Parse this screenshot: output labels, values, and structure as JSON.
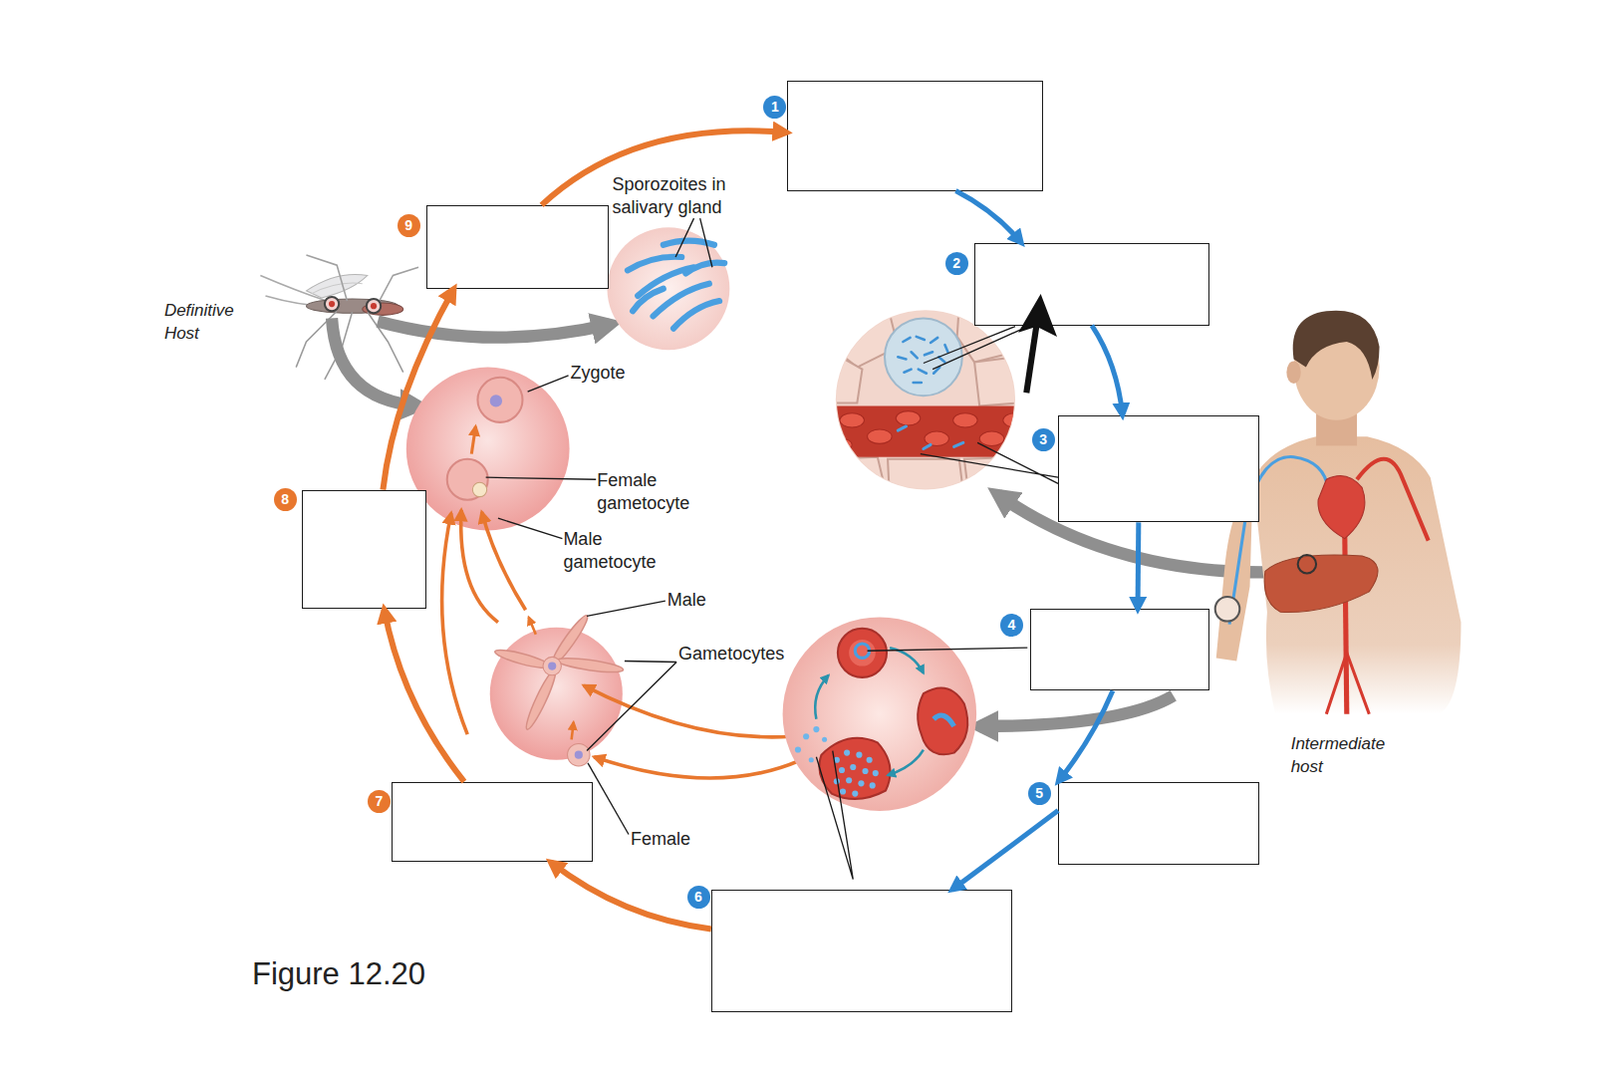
{
  "diagram": {
    "caption": "Figure 12.20",
    "nodes": [
      {
        "text": [
          "1"
        ]
      },
      {
        "text": [
          "2"
        ]
      },
      {
        "text": [
          "3"
        ]
      },
      {
        "text": [
          "4"
        ]
      },
      {
        "text": [
          "5"
        ]
      },
      {
        "text": [
          "6"
        ]
      },
      {
        "text": [
          "7"
        ]
      },
      {
        "text": [
          "8"
        ]
      },
      {
        "text": [
          "9"
        ]
      }
    ],
    "edges": [
      {
        "from": 0,
        "to": 1,
        "arrow": "to"
      },
      {
        "from": 1,
        "to": 2,
        "arrow": "to"
      },
      {
        "from": 2,
        "to": 3,
        "arrow": "to"
      },
      {
        "from": 3,
        "to": 4,
        "arrow": "to"
      },
      {
        "from": 4,
        "to": 5,
        "arrow": "to"
      },
      {
        "from": 5,
        "to": 6,
        "arrow": "to"
      },
      {
        "from": 6,
        "to": 7,
        "arrow": "to"
      },
      {
        "from": 7,
        "to": 8,
        "arrow": "to"
      },
      {
        "from": 8,
        "to": 0,
        "arrow": "to"
      }
    ],
    "labels": [
      "Sporozoites in salivary gland",
      "Definitive Host",
      "Zygote",
      "Female gametocyte",
      "Male gametocyte",
      "Male",
      "Gametocytes",
      "Female",
      "Intermediate host"
    ]
  }
}
